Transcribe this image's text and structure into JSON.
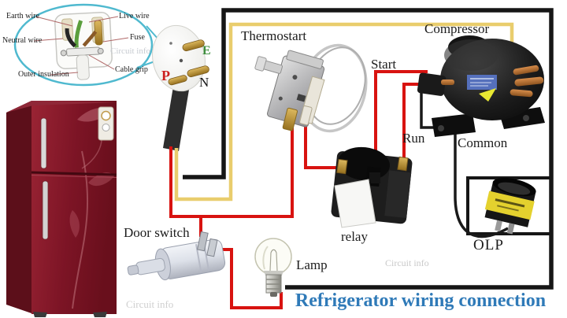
{
  "title": "Refrigerator wiring connection",
  "watermark": "Circuit info",
  "inset": {
    "labels": {
      "earth_wire": "Earth wire",
      "live_wire": "Live wire",
      "neutral_wire": "Neutral wire",
      "fuse": "Fuse",
      "outer_insulation": "Outer insulation",
      "cable_grip": "Cable grip"
    }
  },
  "plug": {
    "pins": {
      "e": "E",
      "p": "P",
      "n": "N"
    }
  },
  "components": {
    "thermostat": "Thermostart",
    "compressor": "Compressor",
    "relay": "relay",
    "olp": "OLP",
    "door_switch": "Door switch",
    "lamp": "Lamp"
  },
  "terminals": {
    "start": "Start",
    "run": "Run",
    "common": "Common"
  },
  "colors": {
    "live_wire_red": "#d81310",
    "neutral_wire_black": "#161616",
    "earth_wire_yellow": "#e9cd6d",
    "title_blue": "#2f7ab8",
    "callout_cyan": "#4fb9cf",
    "fridge_red": "#8a1828"
  }
}
